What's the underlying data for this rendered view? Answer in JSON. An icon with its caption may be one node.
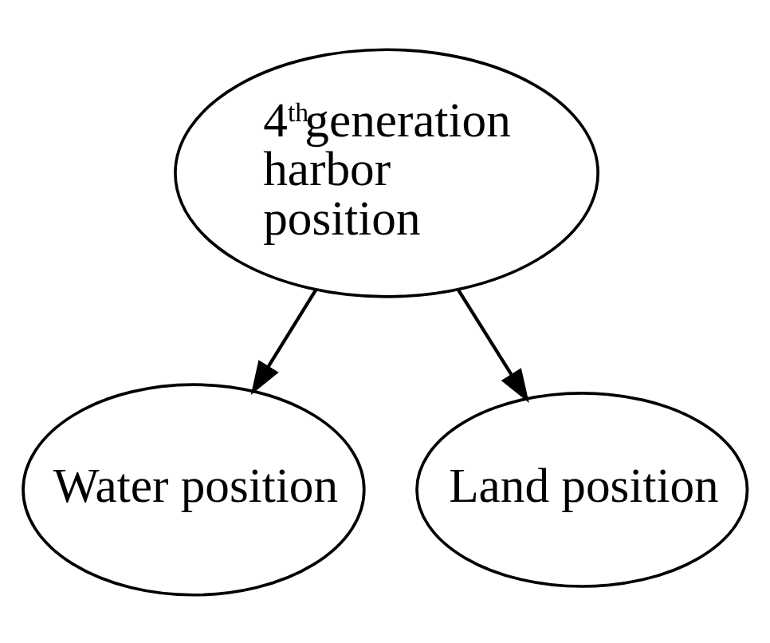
{
  "diagram": {
    "nodes": [
      {
        "text": [
          "4$^{th}$generation harbor position"
        ]
      },
      {
        "text": [
          "Water position"
        ]
      },
      {
        "text": [
          "Land position"
        ]
      }
    ],
    "edges": [
      {
        "from": 0,
        "to": 1,
        "arrow": "to"
      },
      {
        "from": 0,
        "to": 2,
        "arrow": "to"
      }
    ]
  }
}
